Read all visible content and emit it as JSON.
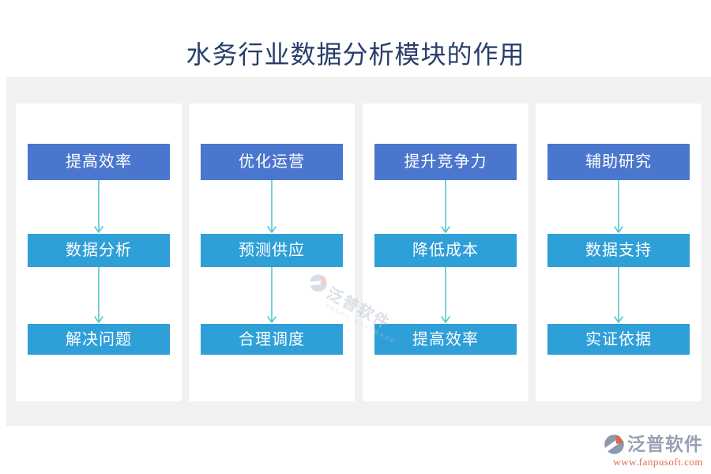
{
  "title": "水务行业数据分析模块的作用",
  "colors": {
    "title": "#293e6b",
    "panel": "#f1f1f1",
    "box_primary": "#4b76cd",
    "box_secondary": "#2f9fd8",
    "arrow": "#55c8d0",
    "logo_gray": "#97a1b3",
    "logo_orange": "#d9694e",
    "url": "#e0684a",
    "watermark_text": "#b9c3d1"
  },
  "columns": [
    {
      "steps": [
        "提高效率",
        "数据分析",
        "解决问题"
      ]
    },
    {
      "steps": [
        "优化运营",
        "预测供应",
        "合理调度"
      ]
    },
    {
      "steps": [
        "提升竞争力",
        "降低成本",
        "提高效率"
      ]
    },
    {
      "steps": [
        "辅助研究",
        "数据支持",
        "实证依据"
      ]
    }
  ],
  "watermark": {
    "name": "泛普软件",
    "subtitle": "FANPU SOFTWARE"
  },
  "footer_logo": {
    "name": "泛普软件",
    "url": "www.fanpusoft.com"
  }
}
